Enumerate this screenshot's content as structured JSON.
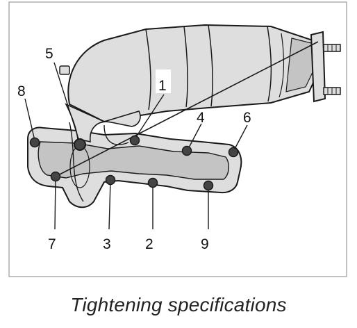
{
  "figure": {
    "caption": "Tightening specifications",
    "bolt_callouts": [
      {
        "id": "bolt-1",
        "label": "1"
      },
      {
        "id": "bolt-2",
        "label": "2"
      },
      {
        "id": "bolt-3",
        "label": "3"
      },
      {
        "id": "bolt-4",
        "label": "4"
      },
      {
        "id": "bolt-5",
        "label": "5"
      },
      {
        "id": "bolt-6",
        "label": "6"
      },
      {
        "id": "bolt-7",
        "label": "7"
      },
      {
        "id": "bolt-8",
        "label": "8"
      },
      {
        "id": "bolt-9",
        "label": "9"
      }
    ]
  },
  "colors": {
    "part_fill": "#dedede",
    "part_shade": "#c4c4c4",
    "outline": "#1a1a1a",
    "bolt_fill": "#444444"
  }
}
